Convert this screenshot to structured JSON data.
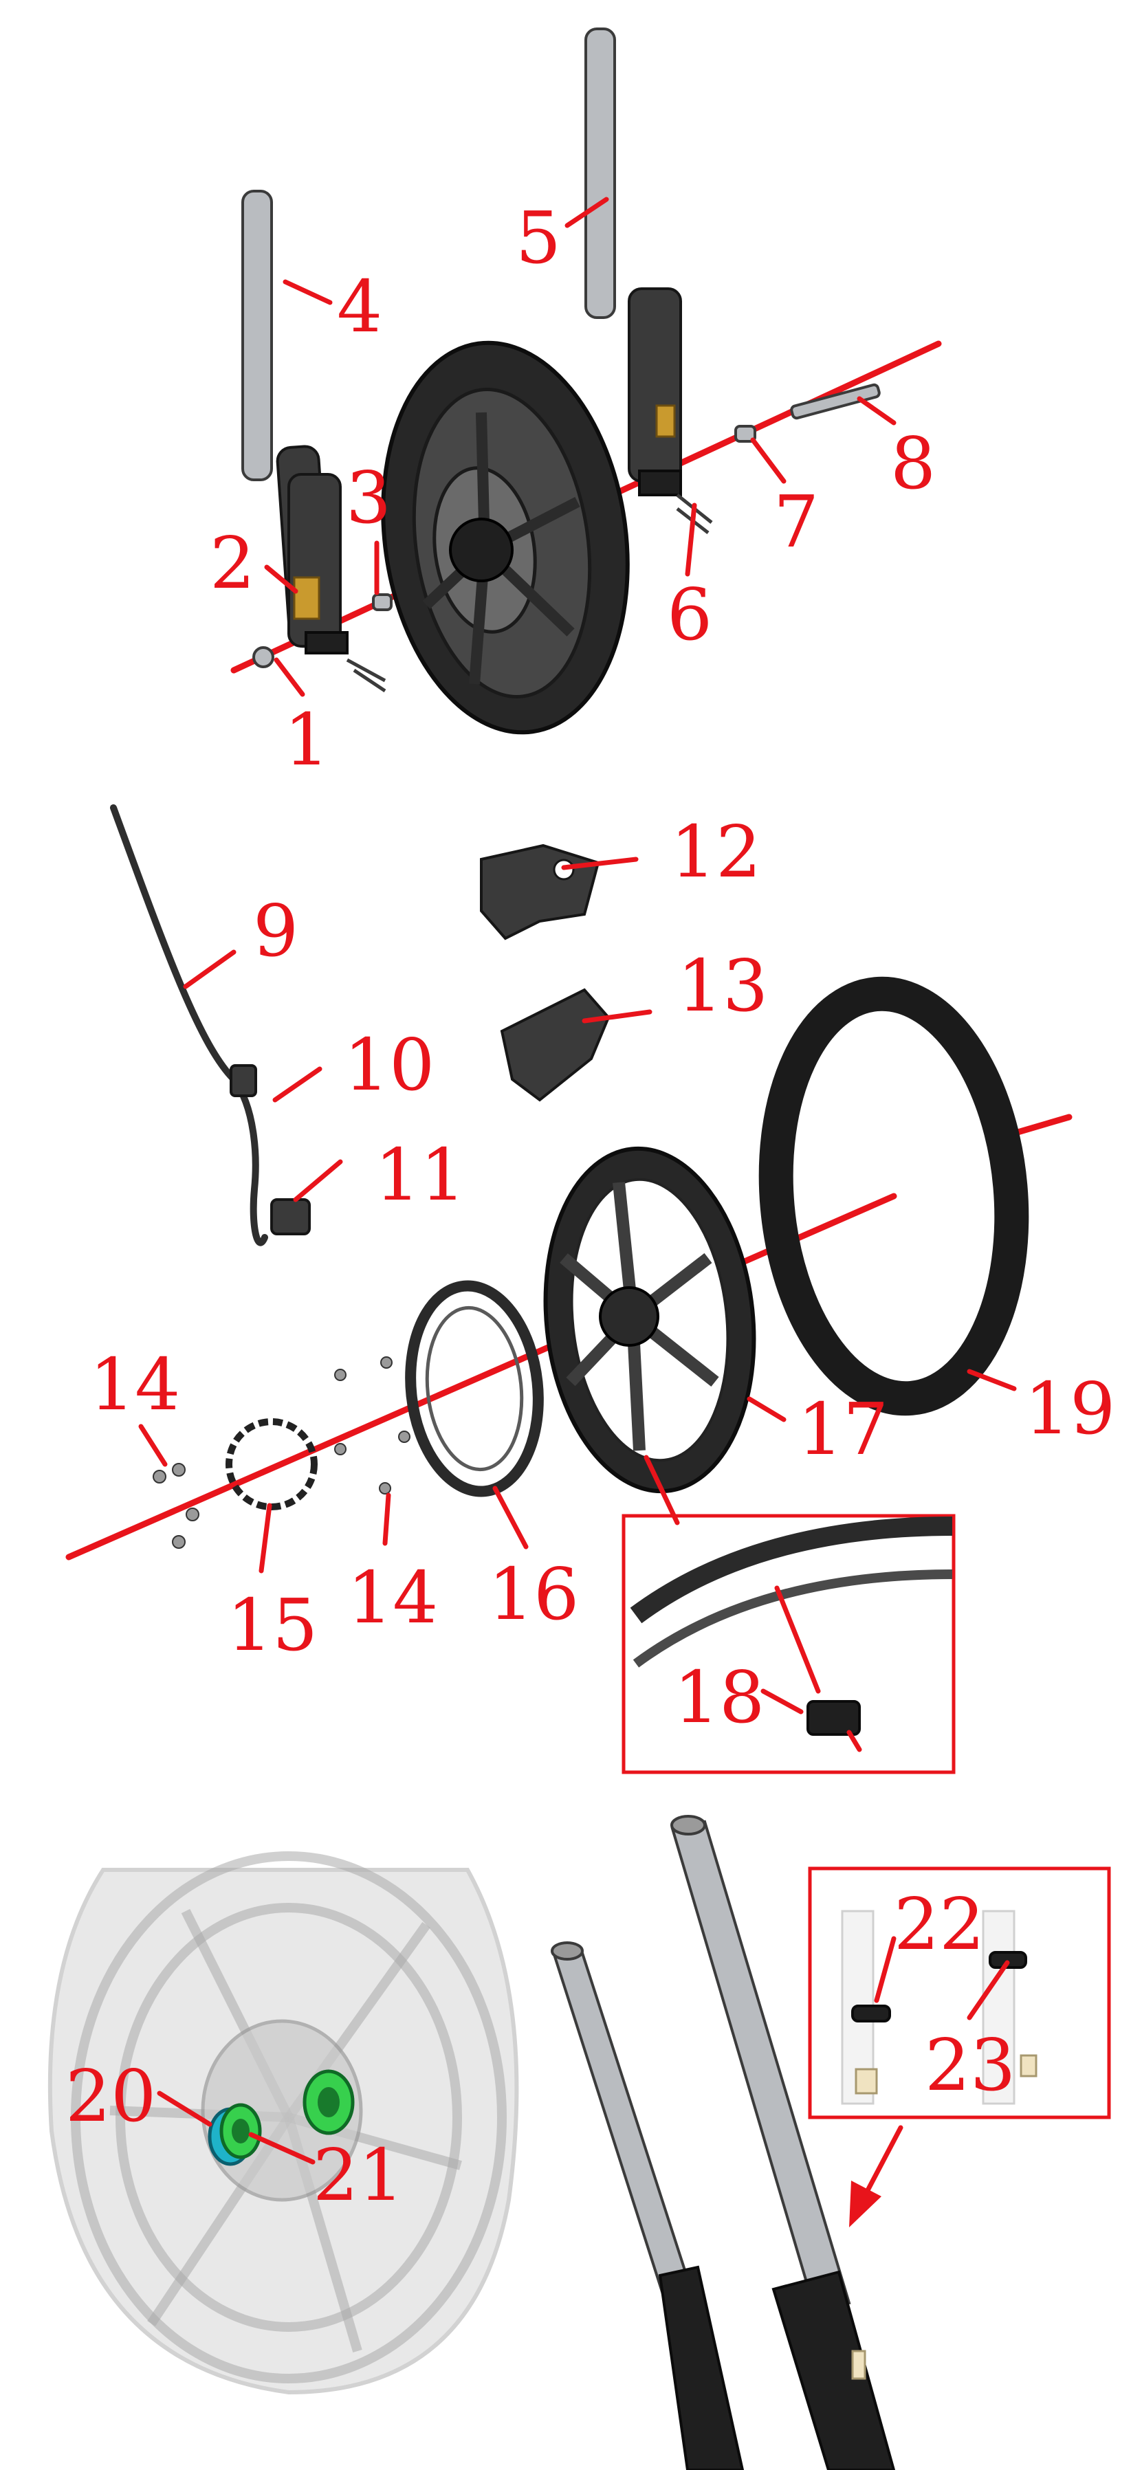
{
  "callouts": [
    {
      "id": "1",
      "text": "1",
      "part": "axle-nut"
    },
    {
      "id": "2",
      "text": "2",
      "part": "left-fork-bracket"
    },
    {
      "id": "3",
      "text": "3",
      "part": "axle-spacer"
    },
    {
      "id": "4",
      "text": "4",
      "part": "left-fork-leg"
    },
    {
      "id": "5",
      "text": "5",
      "part": "right-fork-leg"
    },
    {
      "id": "6",
      "text": "6",
      "part": "pinch-bolts"
    },
    {
      "id": "7",
      "text": "7",
      "part": "axle-spacer"
    },
    {
      "id": "8",
      "text": "8",
      "part": "front-axle"
    },
    {
      "id": "9",
      "text": "9",
      "part": "speed-sensor-cable"
    },
    {
      "id": "10",
      "text": "10",
      "part": "cable-clamp"
    },
    {
      "id": "11",
      "text": "11",
      "part": "speed-sensor"
    },
    {
      "id": "12",
      "text": "12",
      "part": "bracket"
    },
    {
      "id": "13",
      "text": "13",
      "part": "clip"
    },
    {
      "id": "14a",
      "text": "14",
      "part": "bolts"
    },
    {
      "id": "14b",
      "text": "14",
      "part": "bolts"
    },
    {
      "id": "15",
      "text": "15",
      "part": "tone-ring"
    },
    {
      "id": "16",
      "text": "16",
      "part": "brake-disc"
    },
    {
      "id": "17",
      "text": "17",
      "part": "front-rim"
    },
    {
      "id": "18",
      "text": "18",
      "part": "valve"
    },
    {
      "id": "19",
      "text": "19",
      "part": "front-tire"
    },
    {
      "id": "20",
      "text": "20",
      "part": "bearing"
    },
    {
      "id": "21",
      "text": "21",
      "part": "bearing"
    },
    {
      "id": "22",
      "text": "22",
      "part": "fork-seal"
    },
    {
      "id": "23",
      "text": "23",
      "part": "dust-seal"
    }
  ],
  "colors": {
    "callout": "#e8141b",
    "steel": "#b9bcc0",
    "tire": "#272727",
    "bearing_green": "#37d04d",
    "bearing_cyan": "#1fb3c9",
    "ghost": "#a9a9a9"
  }
}
